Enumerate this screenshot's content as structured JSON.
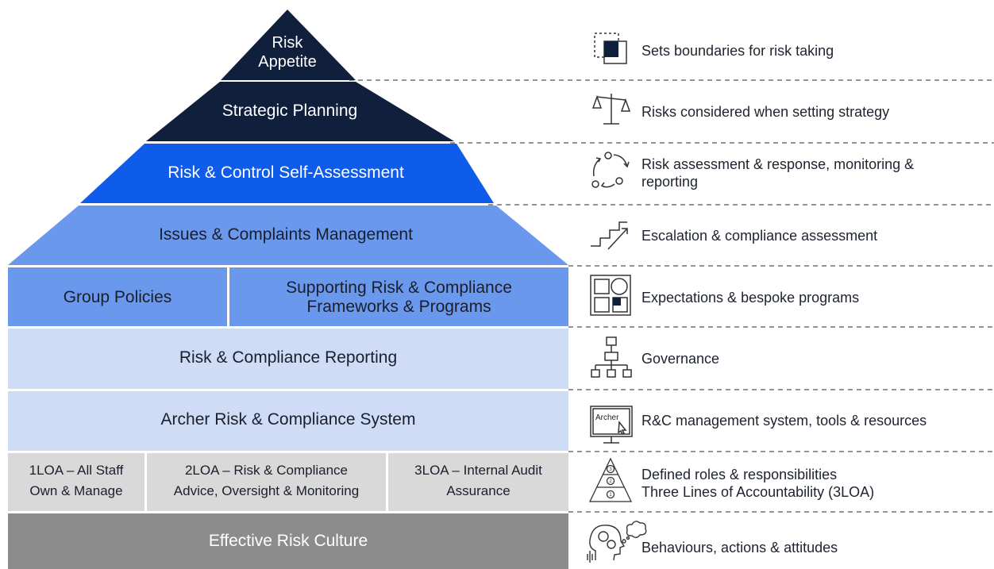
{
  "pyramid": {
    "risk_appetite": [
      "Risk",
      "Appetite"
    ],
    "strategic_planning": "Strategic Planning",
    "rcsa": "Risk & Control Self-Assessment",
    "issues": "Issues & Complaints Management",
    "group_policies": "Group Policies",
    "supporting": [
      "Supporting Risk & Compliance",
      "Frameworks & Programs"
    ],
    "reporting": "Risk & Compliance Reporting",
    "archer": "Archer Risk & Compliance System",
    "loa": [
      [
        "1LOA – All Staff",
        "Own & Manage"
      ],
      [
        "2LOA – Risk & Compliance",
        "Advice, Oversight & Monitoring"
      ],
      [
        "3LOA – Internal Audit",
        "Assurance"
      ]
    ],
    "culture": "Effective Risk Culture"
  },
  "descriptions": {
    "boundaries": "Sets boundaries for risk taking",
    "strategy": "Risks considered when setting strategy",
    "assessment": [
      "Risk assessment & response, monitoring &",
      "reporting"
    ],
    "escalation": "Escalation & compliance assessment",
    "expectations": "Expectations & bespoke programs",
    "governance": "Governance",
    "system": "R&C management system, tools & resources",
    "roles": [
      "Defined roles & responsibilities",
      "Three Lines of Accountability (3LOA)"
    ],
    "behaviours": "Behaviours, actions & attitudes"
  },
  "icons": {
    "archer_screen_text": "Archer",
    "level_numbers": [
      "3",
      "2",
      "1"
    ]
  },
  "colors": {
    "navy": "#0f1f3c",
    "blue": "#0f5bea",
    "mid_blue": "#6a98ec",
    "light_blue": "#cfdcf5",
    "light_gray": "#d9d9d9",
    "dark_gray": "#8c8c8c"
  }
}
